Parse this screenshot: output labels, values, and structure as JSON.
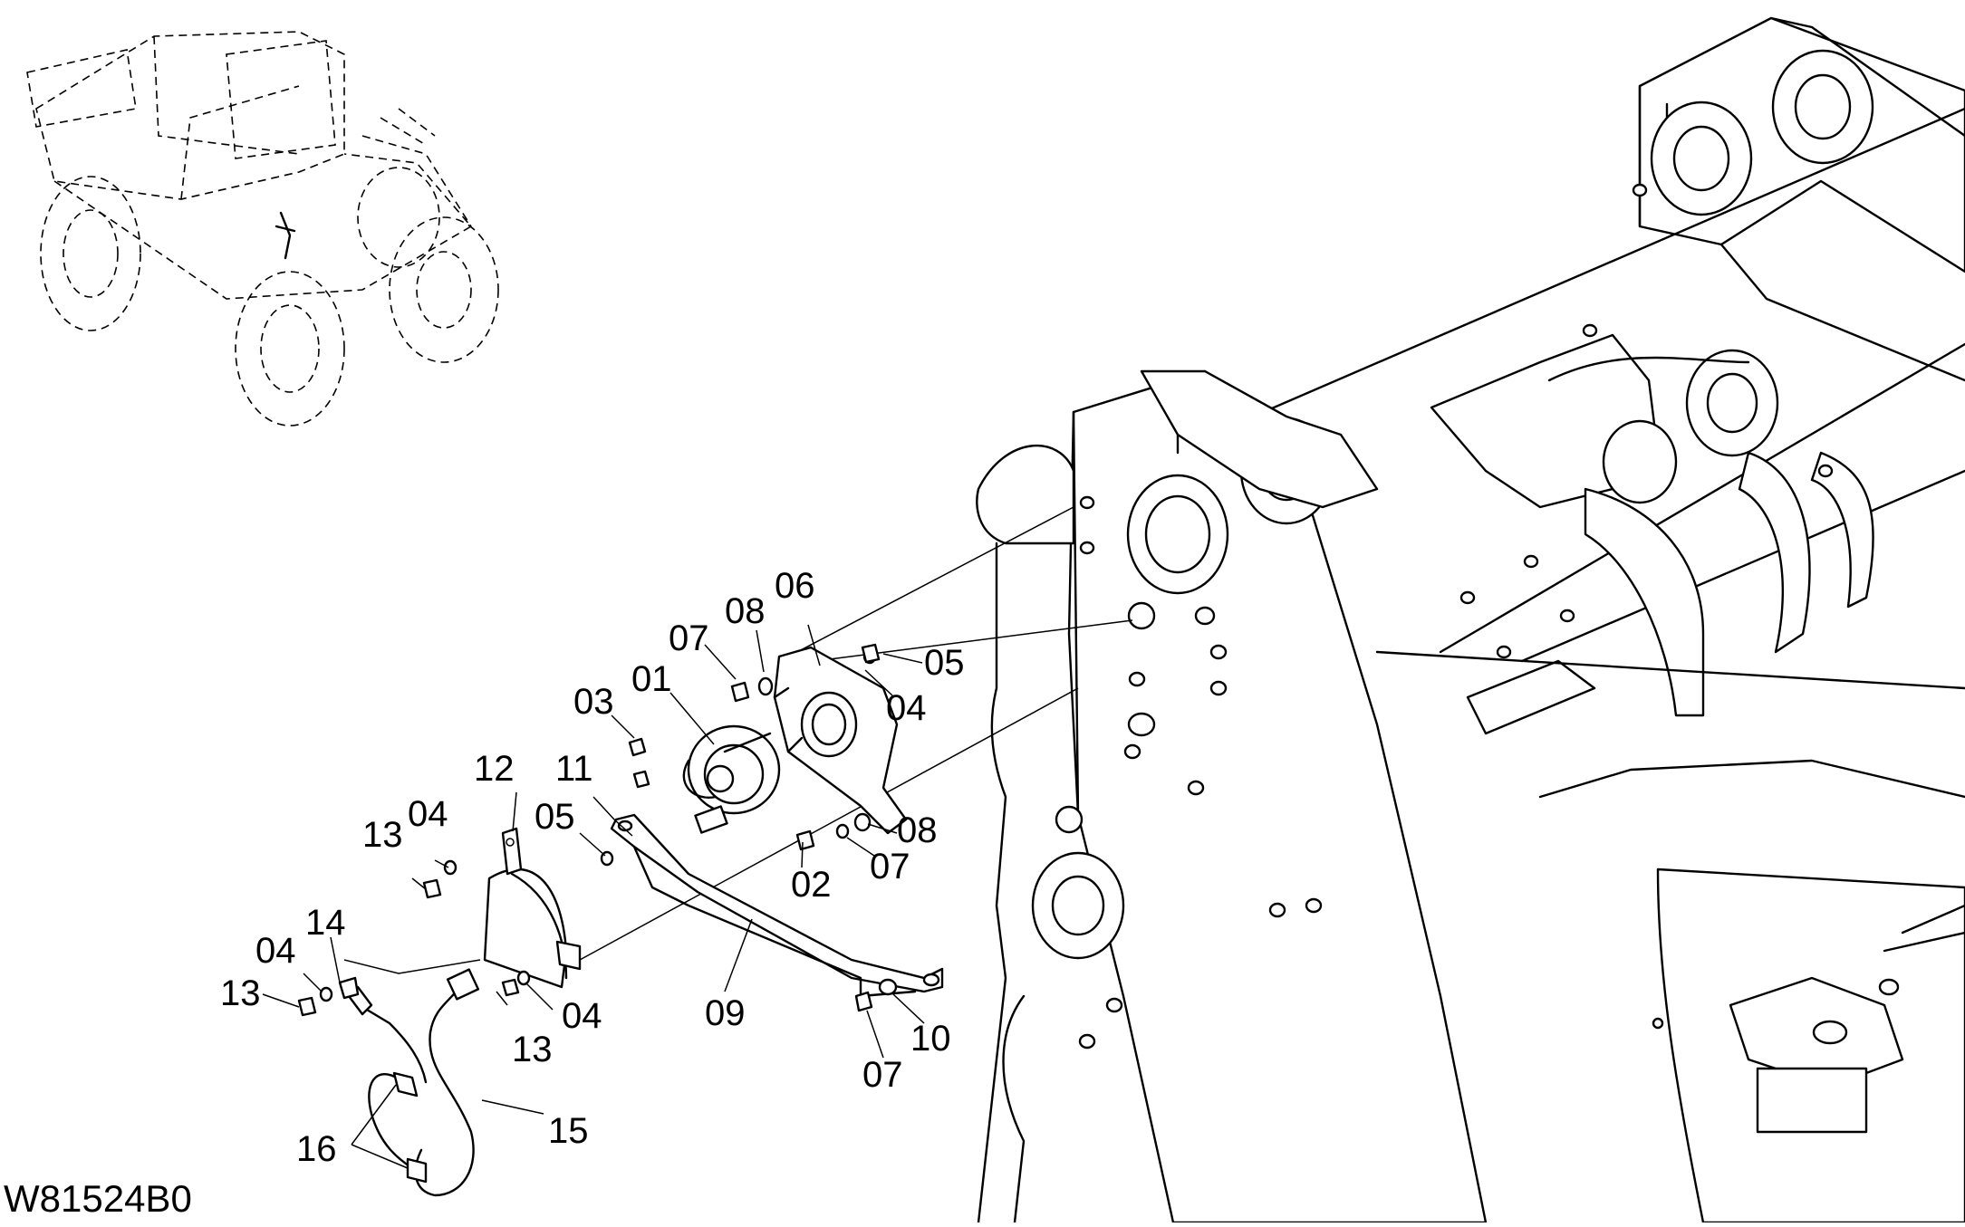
{
  "drawing": {
    "id": "W81524B0",
    "callouts": [
      "01",
      "02",
      "03",
      "04",
      "05",
      "06",
      "07",
      "08",
      "09",
      "10",
      "11",
      "12",
      "13",
      "14",
      "15",
      "16"
    ]
  }
}
